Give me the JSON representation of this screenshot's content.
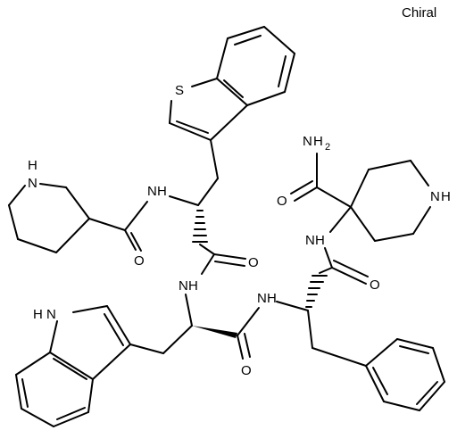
{
  "stereo_label": "Chiral",
  "atom_labels": {
    "s_thiophene": "S",
    "nh_piperidine_left": "N",
    "h_piperidine_left": "H",
    "n_amide_1": "N",
    "h_amide_1": "H",
    "o_amide_1": "O",
    "o_amide_2": "O",
    "n_amide_2": "N",
    "h_amide_2": "H",
    "h_indole": "H",
    "n_indole": "N",
    "o_amide_3": "O",
    "n_amide_3": "N",
    "h_amide_3": "H",
    "n_amide_4": "N",
    "h_amide_4": "H",
    "o_amide_4": "O",
    "nh2_n": "N",
    "nh2_h": "H",
    "nh2_sub": "2",
    "o_carboxamide": "O",
    "n_piperidine_right": "N",
    "h_piperidine_right": "H"
  }
}
